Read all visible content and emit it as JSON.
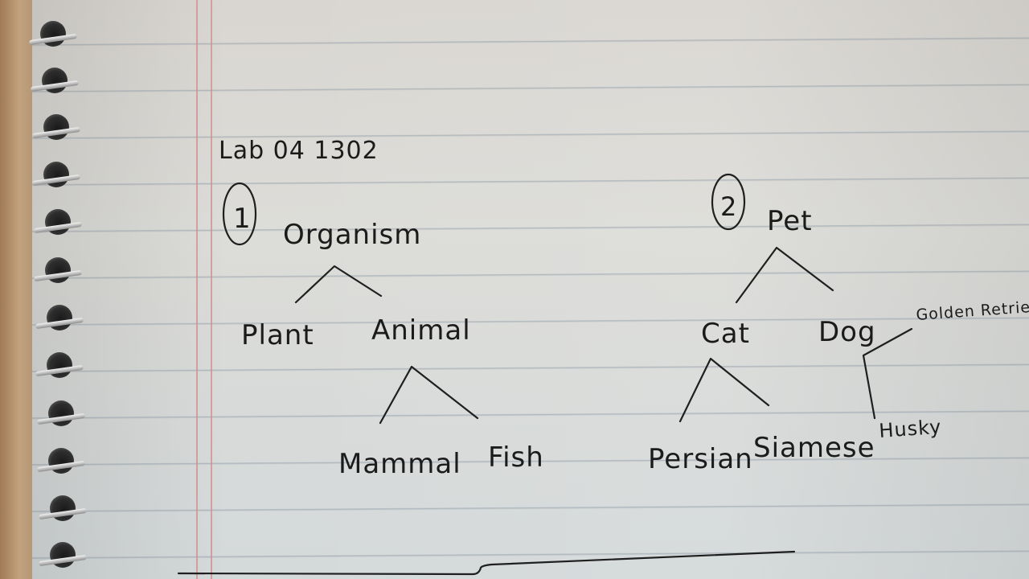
{
  "header": {
    "title": "Lab 04 1302"
  },
  "tree1": {
    "number": "1",
    "root": "Organism",
    "children": [
      "Plant",
      "Animal"
    ],
    "animal_children": [
      "Mammal",
      "Fish"
    ]
  },
  "tree2": {
    "number": "2",
    "root": "Pet",
    "children": [
      "Cat",
      "Dog"
    ],
    "cat_children": [
      "Persian",
      "Siamese"
    ],
    "dog_children": [
      "Golden Retriever",
      "Husky"
    ]
  }
}
